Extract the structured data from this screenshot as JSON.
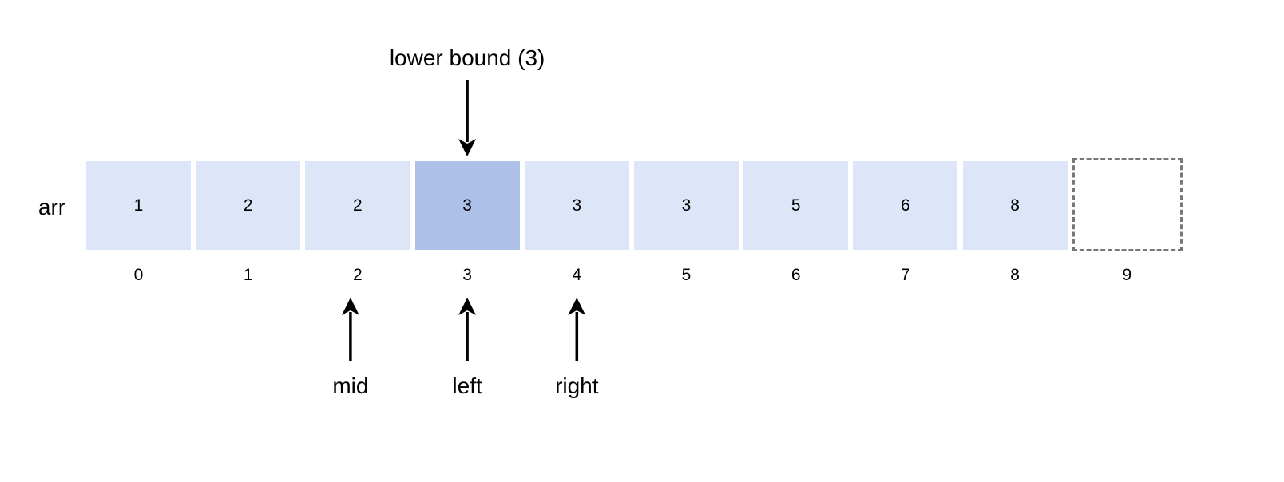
{
  "diagram": {
    "array_label": "arr",
    "values": [
      "1",
      "2",
      "2",
      "3",
      "3",
      "3",
      "5",
      "6",
      "8",
      ""
    ],
    "indices": [
      "0",
      "1",
      "2",
      "3",
      "4",
      "5",
      "6",
      "7",
      "8",
      "9"
    ],
    "highlight_index": 3,
    "empty_index": 9,
    "colors": {
      "cell": "#dce6f8",
      "highlight": "#adc1e8",
      "empty_border": "#777777",
      "arrow": "#000000"
    },
    "top_pointer": {
      "label": "lower bound (3)",
      "index": 3
    },
    "bottom_pointers": [
      {
        "label": "mid",
        "index": 2
      },
      {
        "label": "left",
        "index": 3
      },
      {
        "label": "right",
        "index": 4
      }
    ]
  }
}
